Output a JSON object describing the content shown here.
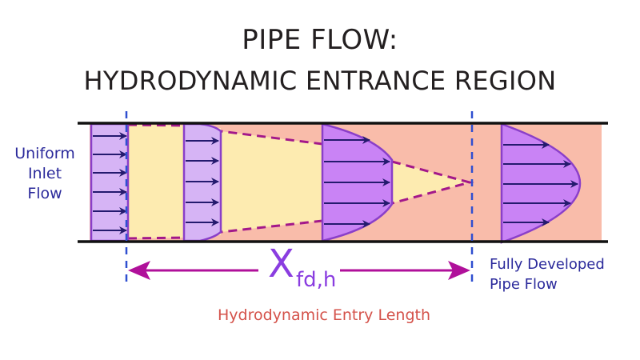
{
  "title": {
    "line1": "PIPE FLOW:",
    "line2": "HYDRODYNAMIC ENTRANCE REGION"
  },
  "labels": {
    "inlet_line1": "Uniform",
    "inlet_line2": "Inlet",
    "inlet_line3": "Flow",
    "fully_developed_line1": "Fully Developed",
    "fully_developed_line2": "Pipe Flow",
    "entry_symbol": "X",
    "entry_subscript": "fd,h",
    "entry_caption": "Hydrodynamic Entry Length"
  },
  "colors": {
    "pipe_wall": "#111111",
    "boundary_layer": "#f9bcaa",
    "inviscid_core": "#fdebb0",
    "profile_fill_light": "#d6b4f5",
    "profile_fill_dark": "#c983f5",
    "profile_outline": "#8a3fc9",
    "arrow": "#241a6e",
    "core_boundary_dash": "#a3188a",
    "marker_line": "#2f4fd0",
    "entry_arrow": "#b0109a",
    "entry_symbol": "#8a3de0",
    "entry_caption": "#d4524a",
    "label_text": "#2b2a9b"
  }
}
